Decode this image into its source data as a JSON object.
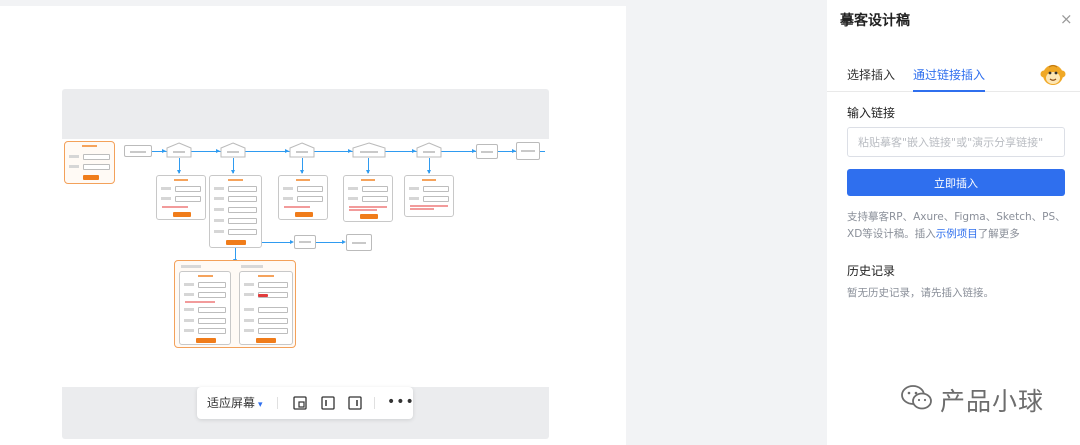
{
  "toolbar": {
    "fit_label": "适应屏幕",
    "fit_caret": "▾",
    "more": "•••"
  },
  "panel": {
    "title": "摹客设计稿",
    "close": "×",
    "tabs": [
      {
        "label": "选择插入",
        "active": false
      },
      {
        "label": "通过链接插入",
        "active": true
      }
    ],
    "input_label": "输入链接",
    "link_placeholder": "粘贴摹客\"嵌入链接\"或\"演示分享链接\"",
    "link_value": "",
    "insert_button": "立即插入",
    "support_text": "支持摹客RP、Axure、Figma、Sketch、PS、XD等设计稿。插入",
    "support_link": "示例项目",
    "support_tail": "了解更多",
    "history_title": "历史记录",
    "history_empty": "暂无历史记录，请先插入链接。"
  },
  "watermark": {
    "text": "产品小球"
  },
  "colors": {
    "accent": "#2f6fee",
    "flow_line": "#2f9bf0",
    "flow_button": "#f07c1a"
  }
}
